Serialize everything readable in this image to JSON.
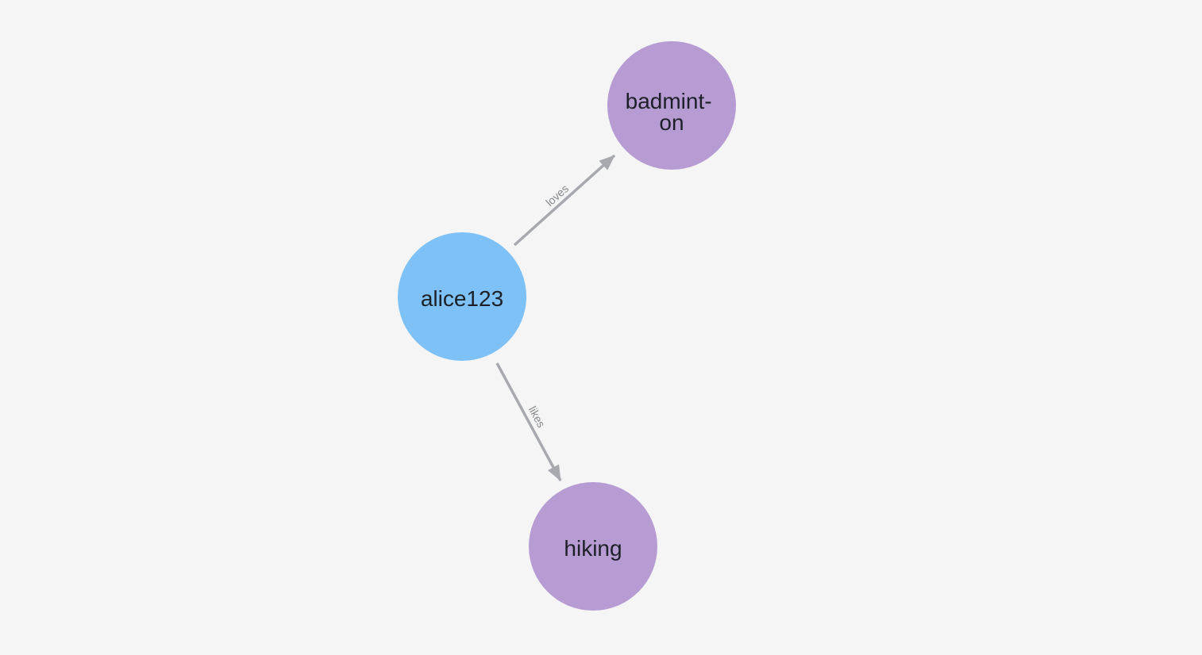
{
  "graph": {
    "nodes": [
      {
        "id": "alice123",
        "label": "alice123",
        "type": "person"
      },
      {
        "id": "badminton",
        "label": "badminton",
        "label_line1": "badmint-",
        "label_line2": "on",
        "type": "hobby"
      },
      {
        "id": "hiking",
        "label": "hiking",
        "type": "hobby"
      }
    ],
    "edges": [
      {
        "from": "alice123",
        "to": "badminton",
        "label": "loves"
      },
      {
        "from": "alice123",
        "to": "hiking",
        "label": "likes"
      }
    ]
  },
  "colors": {
    "background": "#f4f5f4",
    "person_node_fill": "#7ec1f7",
    "hobby_node_fill": "#b79cd4",
    "edge_stroke": "#a7a9af",
    "node_label_color": "#1d2127",
    "edge_label_color": "#86888c"
  }
}
